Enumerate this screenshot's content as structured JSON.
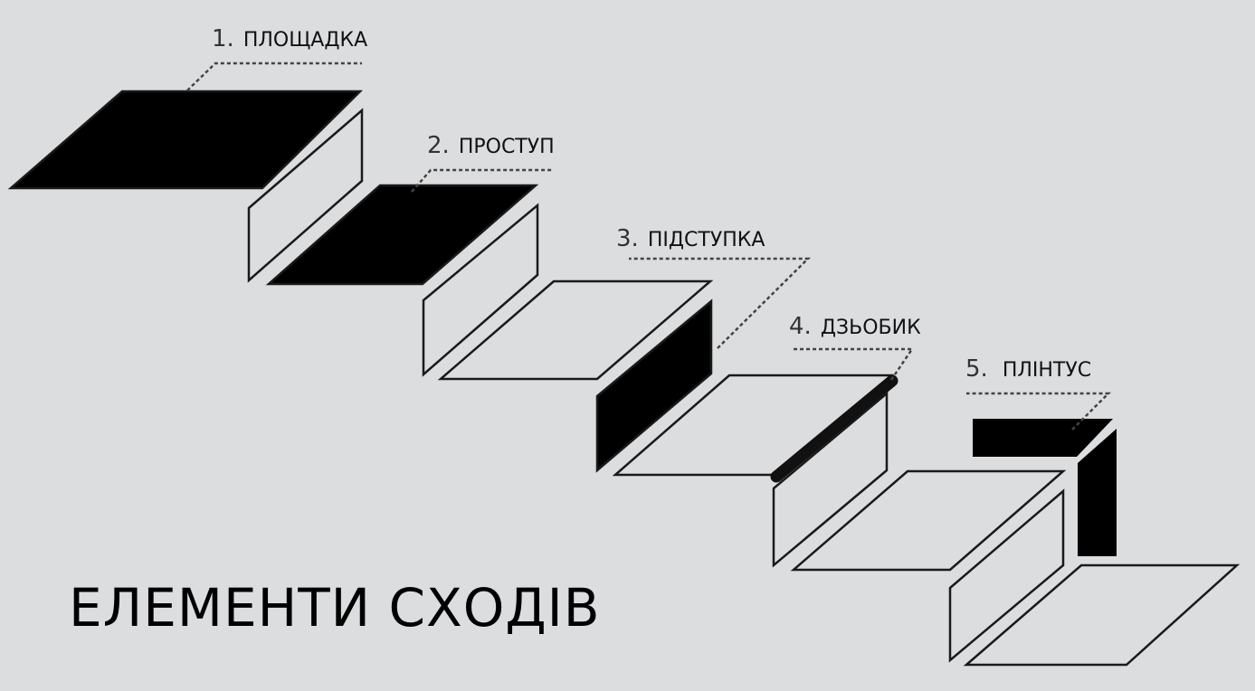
{
  "title": "ЕЛЕМЕНТИ СХОДІВ",
  "labels": [
    {
      "num": "1.",
      "text": "ПЛОЩАДКА"
    },
    {
      "num": "2.",
      "text": "ПРОСТУП"
    },
    {
      "num": "3.",
      "text": "ПІДСТУПКА"
    },
    {
      "num": "4.",
      "text": "ДЗЬОБИК"
    },
    {
      "num": "5.",
      "text": "ПЛІНТУС"
    }
  ],
  "colors": {
    "background": "#dcdddf",
    "highlight": "#000000",
    "outline": "#1a1a1a"
  }
}
